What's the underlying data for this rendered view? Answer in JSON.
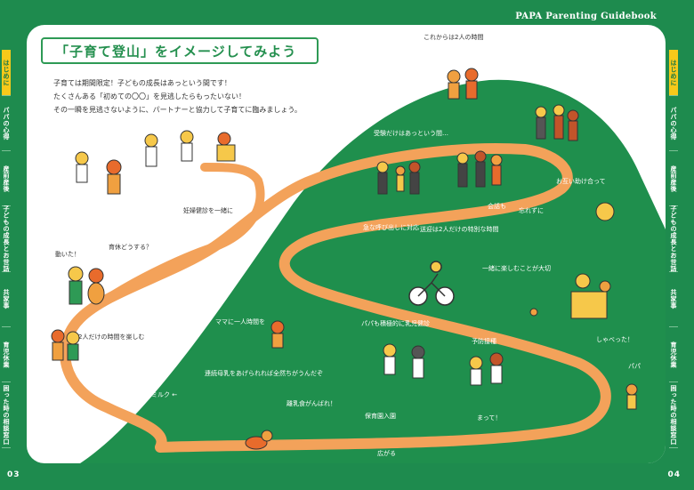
{
  "header": {
    "guide_title": "PAPA Parenting Guidebook"
  },
  "page": {
    "title": "「子育て登山」をイメージしてみよう",
    "intro_lines": [
      "子育ては期間限定！子どもの成長はあっという間です！",
      "たくさんある「初めての〇〇」を見逃したらもったいない！",
      "その一瞬を見逃さないように、パートナーと協力して子育てに臨みましょう。"
    ]
  },
  "left_tabs": [
    {
      "label": "はじめに",
      "active": true
    },
    {
      "label": "パパの心得",
      "active": false
    },
    {
      "label": "産前産後",
      "active": false
    },
    {
      "label": "子どもの成長とお世話",
      "active": false
    },
    {
      "label": "共家事",
      "active": false
    },
    {
      "label": "育児休業",
      "active": false
    },
    {
      "label": "困った時の相談窓口",
      "active": false
    }
  ],
  "right_tabs": [
    {
      "label": "はじめに",
      "active": true
    },
    {
      "label": "パパの心得",
      "active": false
    },
    {
      "label": "産前産後",
      "active": false
    },
    {
      "label": "子どもの成長とお世話",
      "active": false
    },
    {
      "label": "共家事",
      "active": false
    },
    {
      "label": "育児休業",
      "active": false
    },
    {
      "label": "困った時の相談窓口",
      "active": false
    }
  ],
  "page_numbers": {
    "left": "03",
    "right": "04"
  },
  "illustration_notes": {
    "summit": "これからは2人の時間",
    "graduation": "受験だけはあっという間…",
    "help_each_other": "お互い助け合って",
    "conversation": "会話も",
    "forgetting": "忘れずに",
    "sudden_call": "急な呼び出しに対応",
    "commute": "送迎は2人だけの特別な時間",
    "enjoy_together": "一緒に楽しむことが大切",
    "checkup_together": "妊婦健診を一緒に",
    "moved": "動いた！",
    "can_do_it": "育休どうする？",
    "mama_time": "ママに一人時間を",
    "couple_time": "2人だけの時間を楽しむ",
    "checkups": "パパも積極的に乳児健診",
    "vaccination": "予防接種",
    "sleep_night": "連続母乳をあげられれば全然ちがうんだぞ",
    "weaning": "離乳食がんばれ！",
    "nursery": "保育園入園",
    "grows": "広がる",
    "wait": "まって！",
    "papa": "パパ",
    "walk": "しゃべった！",
    "first_step": "ミルク ←"
  }
}
